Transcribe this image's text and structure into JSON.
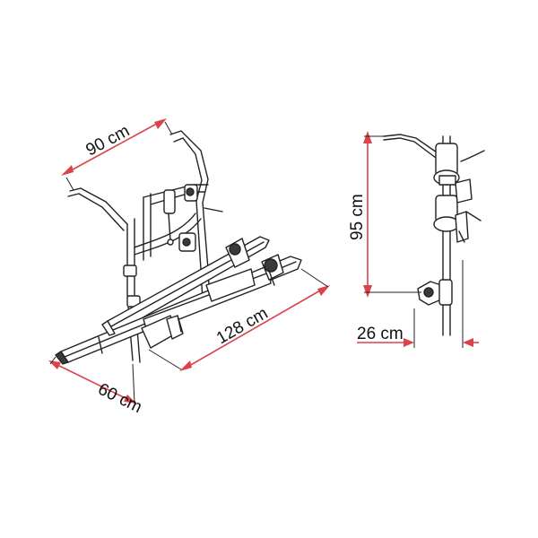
{
  "dimensions": {
    "width": "90 cm",
    "length": "128 cm",
    "depth": "60 cm",
    "height": "95 cm",
    "offset": "26 cm"
  },
  "colors": {
    "dimension_line": "#d9434b",
    "drawing": "#222222",
    "background": "#ffffff"
  }
}
